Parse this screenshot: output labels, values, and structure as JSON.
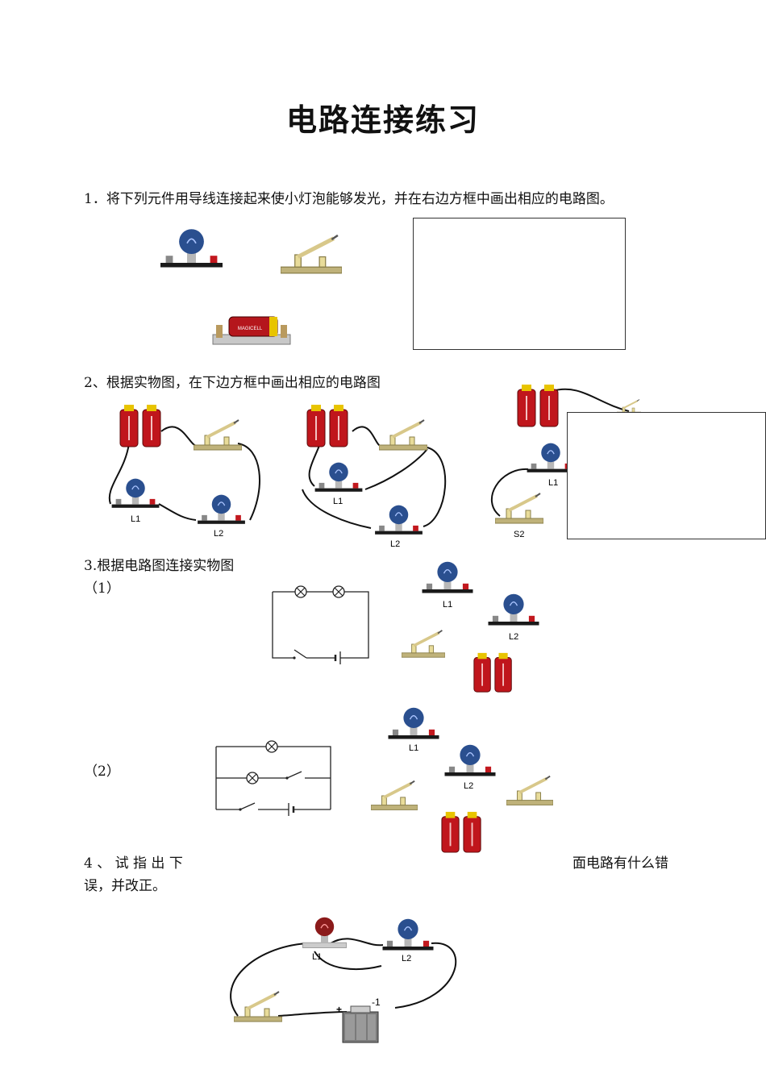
{
  "document": {
    "title": "电路连接练习",
    "q1": {
      "text": "1．将下列元件用导线连接起来使小灯泡能够发光，并在右边方框中画出相应的电路图。"
    },
    "q2": {
      "text": "2、根据实物图，在下边方框中画出相应的电路图"
    },
    "q3": {
      "text": "3.根据电路图连接实物图",
      "part1": "（1）",
      "part2": "（2）"
    },
    "q4": {
      "text_left": "4 、 试 指 出 下",
      "text_right": "面电路有什么错",
      "text_line2": "误，并改正。"
    },
    "battery_brand": "MAGICELL"
  },
  "labels": {
    "L1": "L1",
    "L2": "L2",
    "S2": "S2",
    "plus": "+",
    "minus": "-1"
  },
  "colors": {
    "bulb_blue": "#2a4f8f",
    "bulb_red": "#8b1a1a",
    "battery_red": "#c0161c",
    "battery_cap": "#e8c400",
    "board": "#1a1a1a",
    "switch_base": "#bfb27a"
  }
}
